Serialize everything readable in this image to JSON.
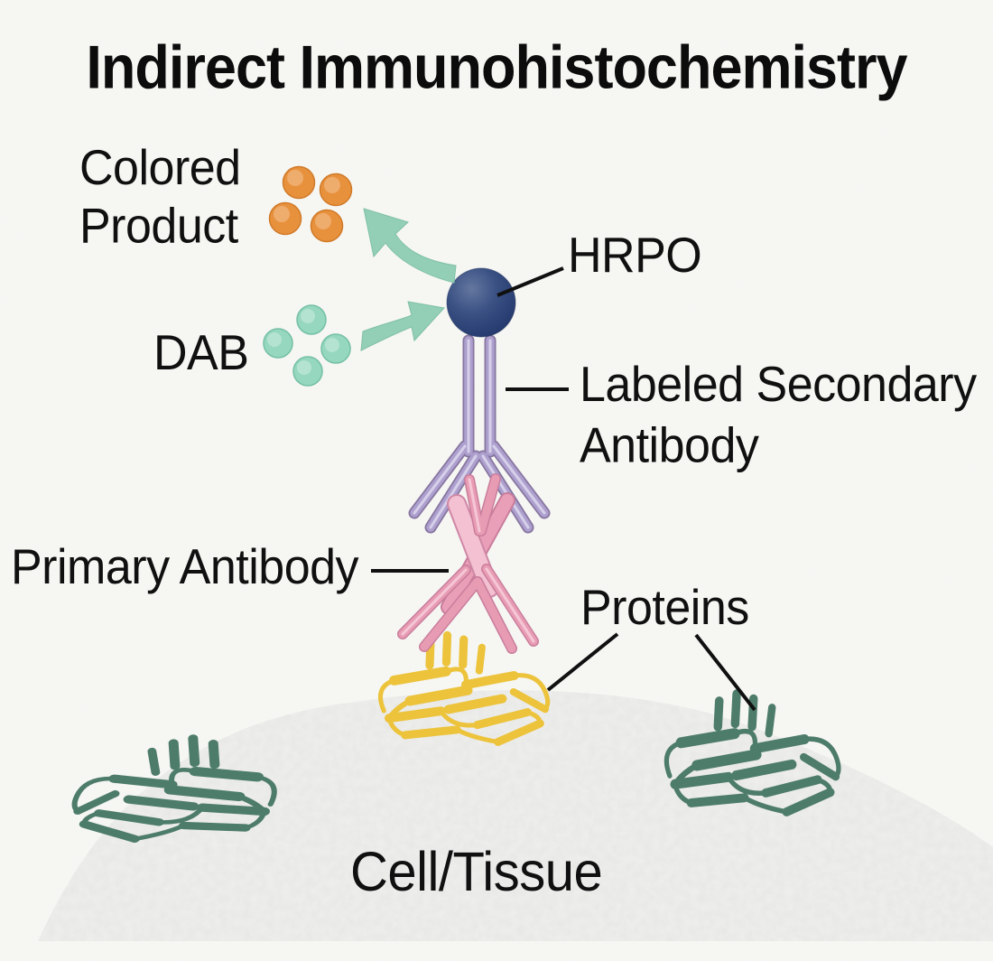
{
  "title": "Indirect Immunohistochemistry",
  "labels": {
    "colored_product": "Colored\nProduct",
    "dab": "DAB",
    "hrpo": "HRPO",
    "secondary_antibody": "Labeled Secondary\nAntibody",
    "primary_antibody": "Primary Antibody",
    "proteins": "Proteins",
    "cell_tissue": "Cell/Tissue"
  },
  "colors": {
    "background": "#F8F8F5",
    "text": "#101010",
    "colored_product_dots": "#E8913D",
    "dab_dots": "#95D7BF",
    "reaction_arrows": "#93CFB6",
    "hrpo_sphere": "#2C4372",
    "secondary_antibody": "#ADA0CE",
    "primary_antibody": "#E89CB4",
    "bound_protein": "#ECC33B",
    "surface_proteins": "#4D7C6A",
    "cell_tissue_surface": "#EFEFED"
  },
  "counts": {
    "colored_product_dots": 4,
    "dab_dots": 4
  }
}
